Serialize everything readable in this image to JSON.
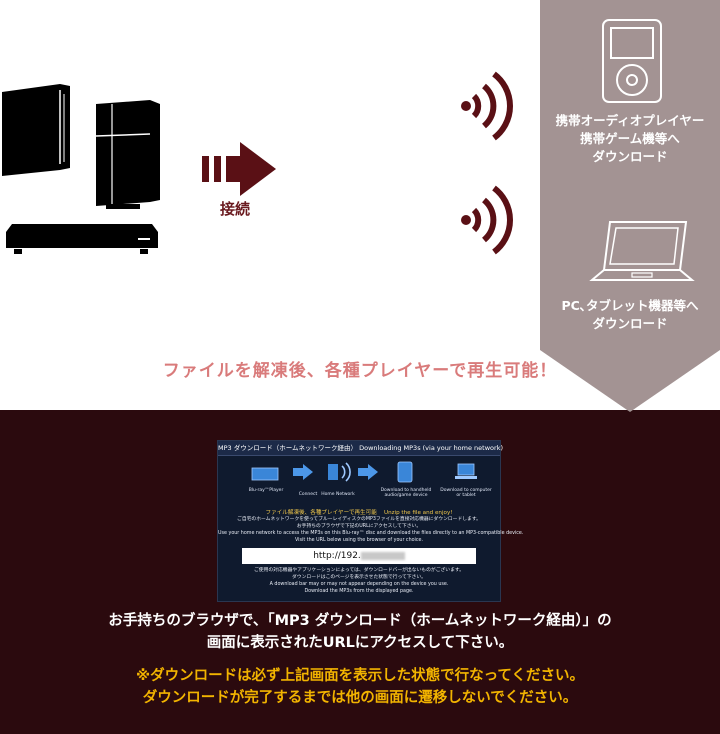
{
  "connect_label": "接続",
  "panel": {
    "audio_line1": "携帯オーディオプレイヤー",
    "audio_line2": "携帯ゲーム機等へ",
    "audio_line3": "ダウンロード",
    "pc_line1": "PC､タブレット機器等へ",
    "pc_line2": "ダウンロード"
  },
  "headline": "ファイルを解凍後、各種プレイヤーで再生可能！",
  "screenshot": {
    "title": "MP3 ダウンロード（ホームネットワーク経由） Downloading MP3s (via your home network)",
    "step1": "Blu-ray™Player",
    "step2": "Connect",
    "step3": "Home Network",
    "step4": "Download to handheld audio/game device",
    "step5": "Download to computer or tablet",
    "enjoy_jp": "ファイル解凍後、各種プレイヤーで再生可能",
    "enjoy_en": "Unzip the file and enjoy!",
    "text1": "ご自宅のホームネットワークを使ってブルーレイディスクのMP3ファイルを直接対応機器にダウンロードします。",
    "text2": "お手持ちのブラウザで下記のURLにアクセスして下さい。",
    "text3": "Use your home network to access the MP3s on this Blu-ray™ disc and download the files directly to an MP3-compatible device.",
    "text4": "Visit the URL below using the browser of your choice.",
    "url_prefix": "http://192.",
    "text5": "ご使用の対応機器やアプリケーションによっては、ダウンロードバーが出ないものがございます。",
    "text6": "ダウンロードはこのページを表示させた状態で行って下さい。",
    "text7": "A download bar may or may not appear depending on the device you use.",
    "text8": "Download the MP3s from the displayed page."
  },
  "instruction": {
    "line1": "お手持ちのブラウザで、「MP3 ダウンロード（ホームネットワーク経由）」の",
    "line2": "画面に表示されたURLにアクセスして下さい。"
  },
  "note": {
    "line1": "※ダウンロードは必ず上記画面を表示した状態で行なってください。",
    "line2": "ダウンロードが完了するまでは他の画面に遷移しないでください。"
  },
  "colors": {
    "dark_maroon": "#2b0a0e",
    "arrow_maroon": "#5a1015",
    "panel_grey": "#a39393",
    "headline_pink": "#d97b7b",
    "note_yellow": "#f2b400"
  }
}
